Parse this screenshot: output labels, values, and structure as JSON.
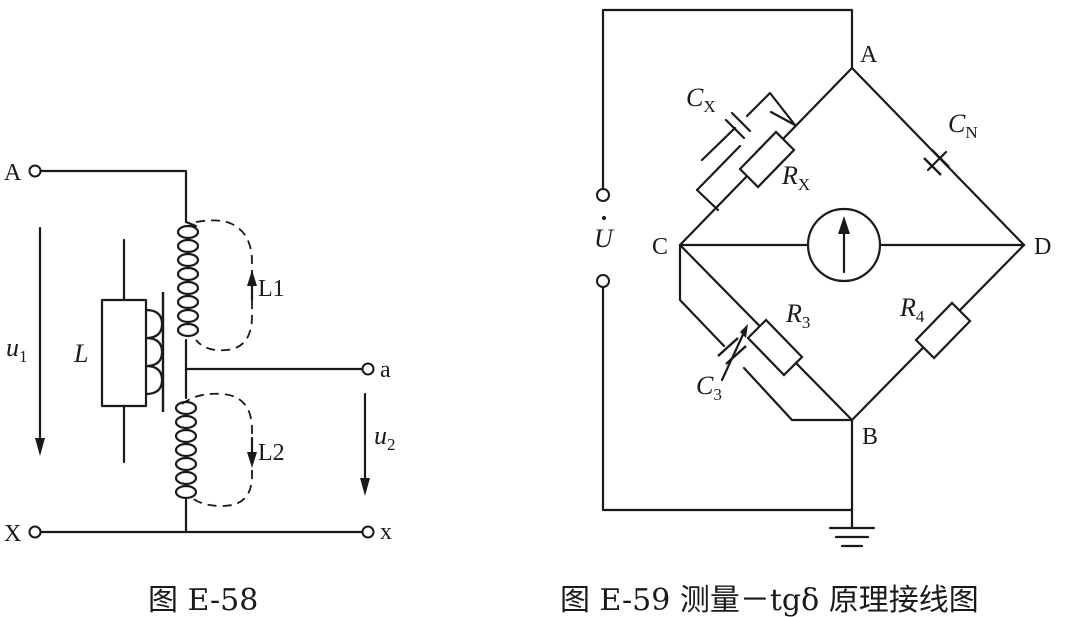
{
  "fig58": {
    "caption": "图 E-58",
    "terminals": {
      "A": "A",
      "X": "X",
      "a": "a",
      "x": "x"
    },
    "voltages": {
      "u1_sym": "u",
      "u1_sub": "1",
      "u2_sym": "u",
      "u2_sub": "2"
    },
    "inductor_L": "L",
    "winding1": "L1",
    "winding2": "L2"
  },
  "fig59": {
    "caption": "图 E-59   测量－tgδ 原理接线图",
    "nodes": {
      "A": "A",
      "B": "B",
      "C": "C",
      "D": "D"
    },
    "source": "U",
    "cx_sym": "C",
    "cx_sub": "X",
    "rx_sym": "R",
    "rx_sub": "X",
    "cn_sym": "C",
    "cn_sub": "N",
    "r3_sym": "R",
    "r3_sub": "3",
    "r4_sym": "R",
    "r4_sub": "4",
    "c3_sym": "C",
    "c3_sub": "3"
  }
}
